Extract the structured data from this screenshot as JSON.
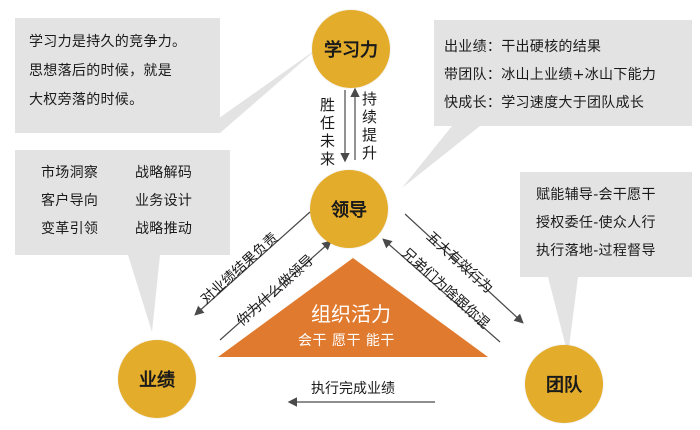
{
  "nodes": {
    "top": "学习力",
    "center": "领导",
    "left": "业绩",
    "right": "团队"
  },
  "bubbles": {
    "top_left": [
      "学习力是持久的竞争力。",
      "思想落后的时候，就是",
      "大权旁落的时候。"
    ],
    "top_right": [
      "出业绩：干出硬核的结果",
      "带团队：冰山上业绩+冰山下能力",
      "快成长：学习速度大于团队成长"
    ],
    "mid_left": {
      "col1": [
        "市场洞察",
        "客户导向",
        "变革引领"
      ],
      "col2": [
        "战略解码",
        "业务设计",
        "战略推动"
      ]
    },
    "mid_right": [
      "赋能辅导-会干愿干",
      "授权委任-使众人行",
      "执行落地-过程督导"
    ]
  },
  "arrows": {
    "up_label": "持续提升",
    "down_label": "胜任未来",
    "left_outer": "对业绩结果负责",
    "left_inner": "你为什么做领导",
    "right_outer": "五大有效行为",
    "right_inner": "兄弟们为啥跟你混",
    "bottom": "执行完成业绩"
  },
  "triangle": {
    "title": "组织活力",
    "subtitle": "会干 愿干  能干"
  },
  "colors": {
    "node": "#e3ac2b",
    "triangle": "#e07a2e",
    "bubble": "#e3e3e3",
    "line": "#4a4a4a"
  }
}
